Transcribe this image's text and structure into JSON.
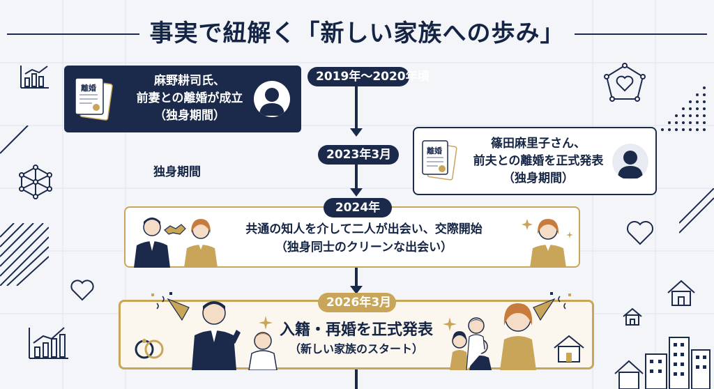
{
  "title": "事実で紐解く「新しい家族への歩み」",
  "timeline": {
    "dates": [
      "2019年〜2020年頃",
      "2023年3月",
      "2024年",
      "2026年3月"
    ],
    "single_period_label": "独身期間",
    "events": [
      {
        "lines": [
          "麻野耕司氏、",
          "前妻との離婚が成立",
          "（独身期間）"
        ],
        "doc_label": "離婚"
      },
      {
        "lines": [
          "篠田麻里子さん、",
          "前夫との離婚を正式発表",
          "（独身期間）"
        ],
        "doc_label": "離婚"
      },
      {
        "lines": [
          "共通の知人を介して二人が出会い、交際開始",
          "（独身同士のクリーンな出会い）"
        ]
      },
      {
        "lines": [
          "入籍・再婚を正式発表",
          "（新しい家族のスタート）"
        ]
      }
    ]
  },
  "colors": {
    "navy": "#1b2a4a",
    "gold": "#c9a55a",
    "background": "#f3f5f9"
  },
  "icons": [
    "chart-icon",
    "network-icon",
    "heart-icon",
    "house-icon",
    "building-icon",
    "rings-icon",
    "handshake-icon",
    "party-popper-icon",
    "sparkle-icon"
  ]
}
